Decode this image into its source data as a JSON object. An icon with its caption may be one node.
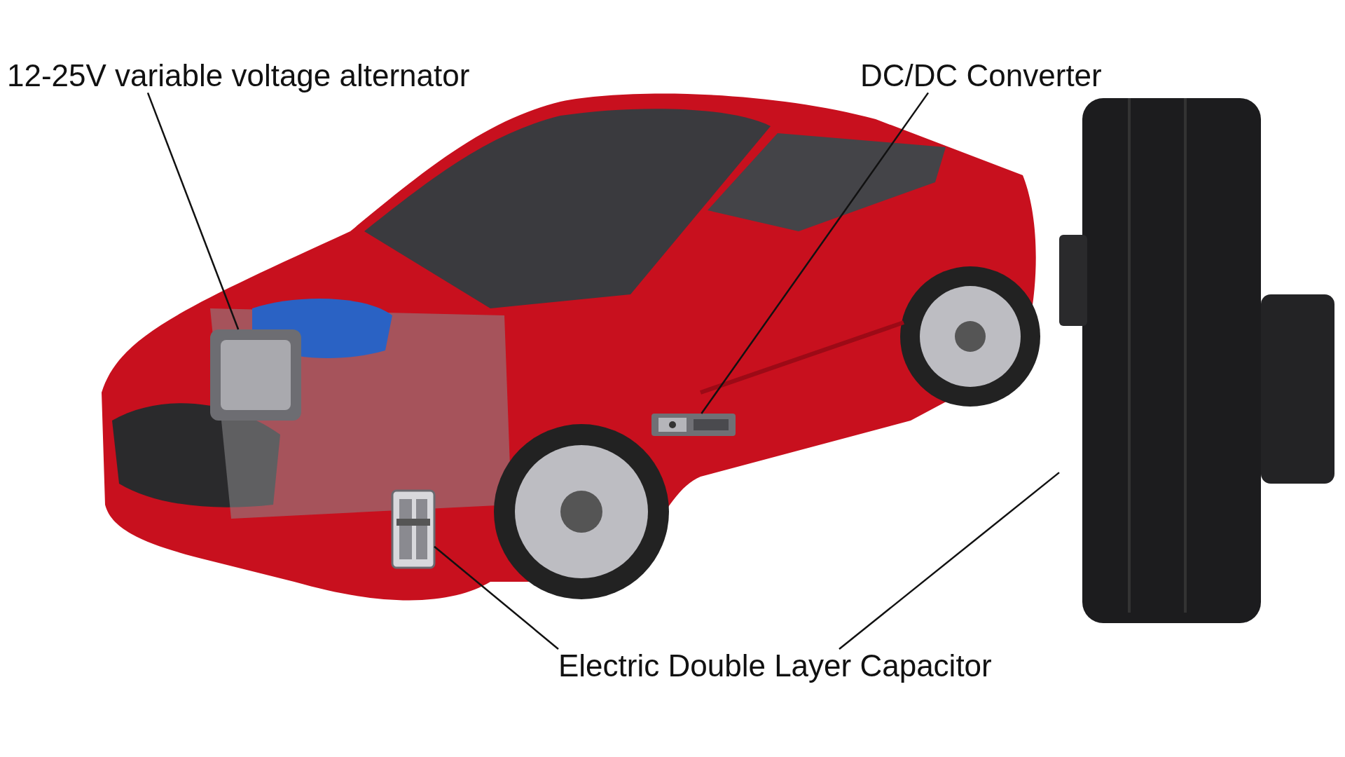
{
  "diagram": {
    "nodes": [
      {
        "text": [
          "12-25V variable voltage alternator"
        ]
      },
      {
        "text": [],
        "shape": "picture"
      },
      {
        "text": [
          "DC/DC Converter"
        ]
      },
      {
        "text": [],
        "shape": "picture"
      },
      {
        "text": [
          "Electric Double Layer Capacitor"
        ]
      },
      {
        "text": [],
        "shape": "picture"
      },
      {
        "text": [],
        "shape": "picture"
      }
    ],
    "edges": [
      {
        "from": 0,
        "to": 1,
        "arrow": "none"
      },
      {
        "from": 2,
        "to": 3,
        "arrow": "none"
      },
      {
        "from": 4,
        "to": 5,
        "arrow": "none"
      },
      {
        "from": 4,
        "to": 6,
        "arrow": "none"
      }
    ]
  }
}
